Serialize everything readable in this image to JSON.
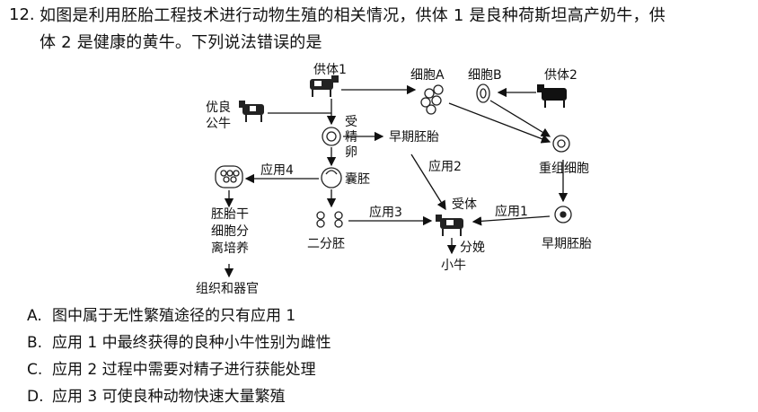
{
  "question": {
    "number": "12.",
    "line1": "如图是利用胚胎工程技术进行动物生殖的相关情况，供体 1 是良种荷斯坦高产奶牛，供",
    "line2": "体 2 是健康的黄牛。下列说法错误的是"
  },
  "diagram": {
    "donor1": "供体1",
    "cell_a": "细胞A",
    "cell_b": "细胞B",
    "donor2": "供体2",
    "bull": "优良",
    "bull2": "公牛",
    "fert1": "受",
    "fert2": "精",
    "fert3": "卵",
    "early_embryo_top": "早期胚胎",
    "app4": "应用4",
    "blastocyst": "囊胚",
    "app2": "应用2",
    "recomb_cell": "重组细胞",
    "esc1": "胚胎干",
    "esc2": "细胞分",
    "esc3": "离培养",
    "app3": "应用3",
    "recipient": "受体",
    "app1": "应用1",
    "early_embryo_right": "早期胚胎",
    "two_embryo": "二分胚",
    "birth": "分娩",
    "calf": "小牛",
    "tissues": "组织和器官"
  },
  "options": [
    {
      "letter": "A.",
      "text": "图中属于无性繁殖途径的只有应用 1"
    },
    {
      "letter": "B.",
      "text": "应用 1 中最终获得的良种小牛性别为雌性"
    },
    {
      "letter": "C.",
      "text": "应用 2 过程中需要对精子进行获能处理"
    },
    {
      "letter": "D.",
      "text": "应用 3 可使良种动物快速大量繁殖"
    }
  ]
}
